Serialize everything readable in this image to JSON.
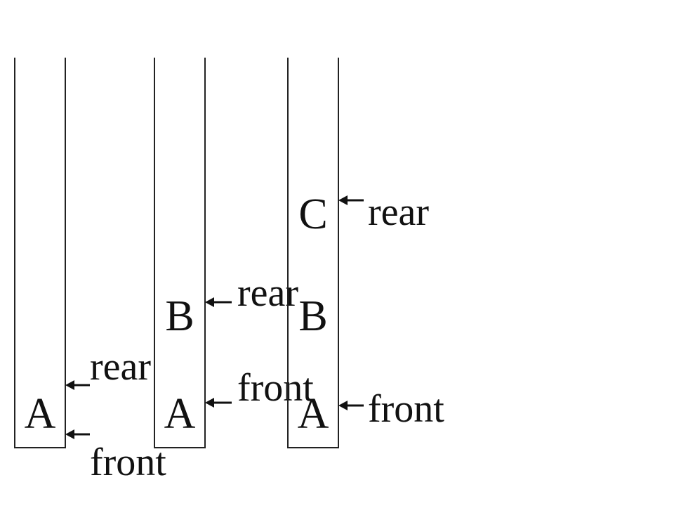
{
  "queue_states": [
    {
      "elements": [
        "A"
      ],
      "pointers": [
        {
          "label": "rear",
          "at": "A"
        },
        {
          "label": "front",
          "at": "A"
        }
      ]
    },
    {
      "elements": [
        "A",
        "B"
      ],
      "pointers": [
        {
          "label": "rear",
          "at": "B"
        },
        {
          "label": "front",
          "at": "A"
        }
      ]
    },
    {
      "elements": [
        "A",
        "B",
        "C"
      ],
      "pointers": [
        {
          "label": "rear",
          "at": "C"
        },
        {
          "label": "front",
          "at": "A"
        }
      ]
    }
  ]
}
